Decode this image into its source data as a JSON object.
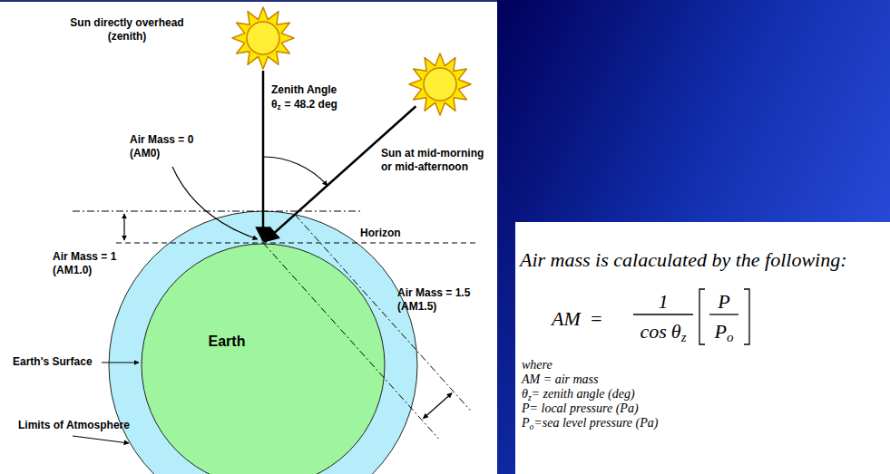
{
  "diagram": {
    "nodes": [
      {
        "text": [
          "Earth"
        ]
      }
    ],
    "labels": [
      "Sun directly overhead (zenith)",
      "Zenith Angle",
      "θ",
      "z",
      "= 48.2 deg",
      "Sun at mid-morning or mid-afternoon",
      "Air Mass = 0 (AM0)",
      "Horizon",
      "Air Mass = 1 (AM1.0)",
      "Air Mass = 1.5 (AM1.5)",
      "Earth's Surface",
      "Limits of Atmosphere",
      "Air mass is calaculated by the following:",
      "AM",
      "=",
      "1",
      "cos",
      "θ",
      "z",
      "P",
      "P",
      "o",
      "where",
      "AM = air mass",
      "θ",
      "z",
      "= zenith angle (deg)",
      "P= local pressure (Pa)",
      "P",
      "o",
      "=sea level pressure (Pa)"
    ]
  }
}
